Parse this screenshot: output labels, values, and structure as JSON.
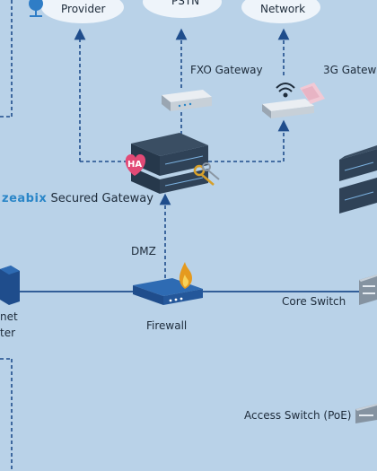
{
  "clouds": {
    "provider": "Provider",
    "pstn": "PSTN",
    "network": "Network"
  },
  "labels": {
    "fxo_gateway": "FXO Gateway",
    "gateway_3g": "3G Gatewa",
    "ha": "HA",
    "brand": "zeabix",
    "secured_gateway": "Secured Gateway",
    "dmz": "DMZ",
    "firewall": "Firewall",
    "core_switch": "Core Switch",
    "access_switch": "Access Switch (PoE)",
    "left_partial_1": "net",
    "left_partial_2": "ter"
  },
  "colors": {
    "background": "#b9d2e8",
    "line": "#1f4d8c",
    "cloud": "#eef4fa",
    "brand": "#2a86c8",
    "ha": "#e24a76"
  }
}
